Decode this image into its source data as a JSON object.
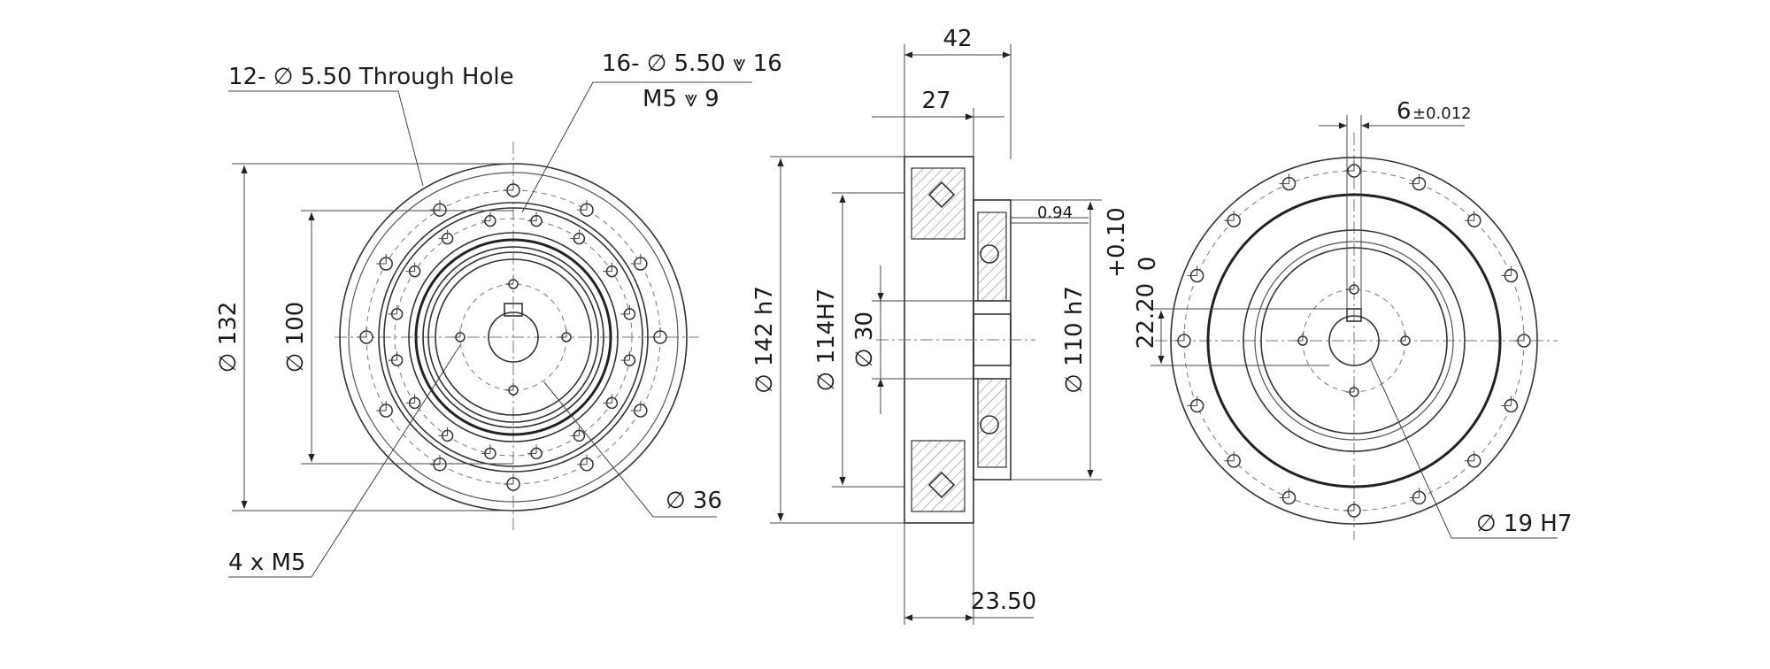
{
  "front_view": {
    "through_hole_note": "12- ∅ 5.50 Through Hole",
    "tapped_hole_note_1": "16- ∅ 5.50 ⩔ 16",
    "tapped_hole_note_2": "M5 ⩔ 9",
    "outer_diameter": "∅ 132",
    "bolt_circle": "∅ 100",
    "inner_diameter": "∅ 36",
    "thread_note": "4 x  M5"
  },
  "section_view": {
    "overall_length": "42",
    "flange_length": "27",
    "flange_diameter": "∅ 142 h7",
    "housing_diameter": "∅ 114H7",
    "bore_diameter": "∅ 30",
    "shaft_diameter": "∅ 110 h7",
    "gap": "0.94",
    "hub_length": "23.50"
  },
  "rear_view": {
    "keyway_width": "6",
    "keyway_tolerance": "±0.012",
    "keyway_depth": "22.20",
    "depth_tol_upper": "+0.10",
    "depth_tol_lower": "0",
    "bore_diameter": "∅ 19 H7"
  }
}
